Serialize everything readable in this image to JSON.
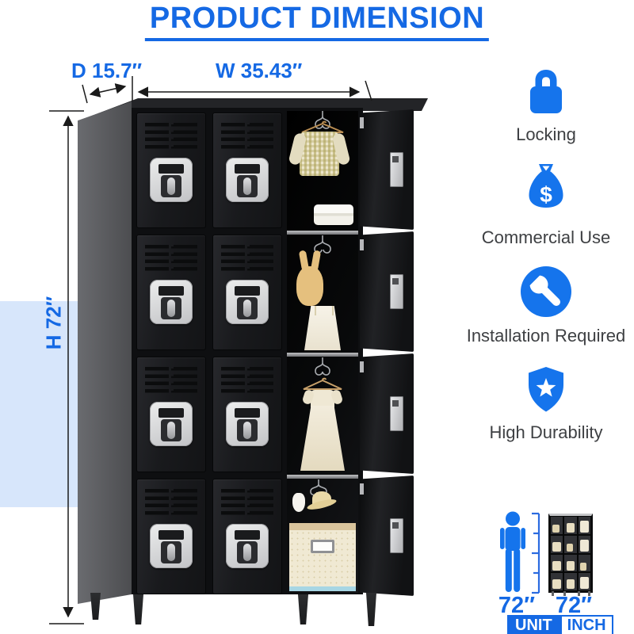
{
  "title": "PRODUCT DIMENSION",
  "dimensions": {
    "depth": "D 15.7″",
    "width": "W 35.43″",
    "height": "H 72″"
  },
  "features": [
    {
      "icon": "padlock-icon",
      "label": "Locking"
    },
    {
      "icon": "money-bag-icon",
      "label": "Commercial Use"
    },
    {
      "icon": "wrench-icon",
      "label": "Installation Required"
    },
    {
      "icon": "shield-star-icon",
      "label": "High Durability"
    }
  ],
  "scale_comparison": {
    "person_height": "72″",
    "locker_height": "72″",
    "unit_label": "UNIT",
    "unit_value": "INCH"
  },
  "colors": {
    "accent_blue": "#1569e4",
    "icon_blue": "#1574ec",
    "highlight_band": "#d7e6fb",
    "label_text": "#3e4043",
    "locker_body": "#141518",
    "side_panel": "#5a5b5f",
    "silver": "#d3d4d6"
  }
}
